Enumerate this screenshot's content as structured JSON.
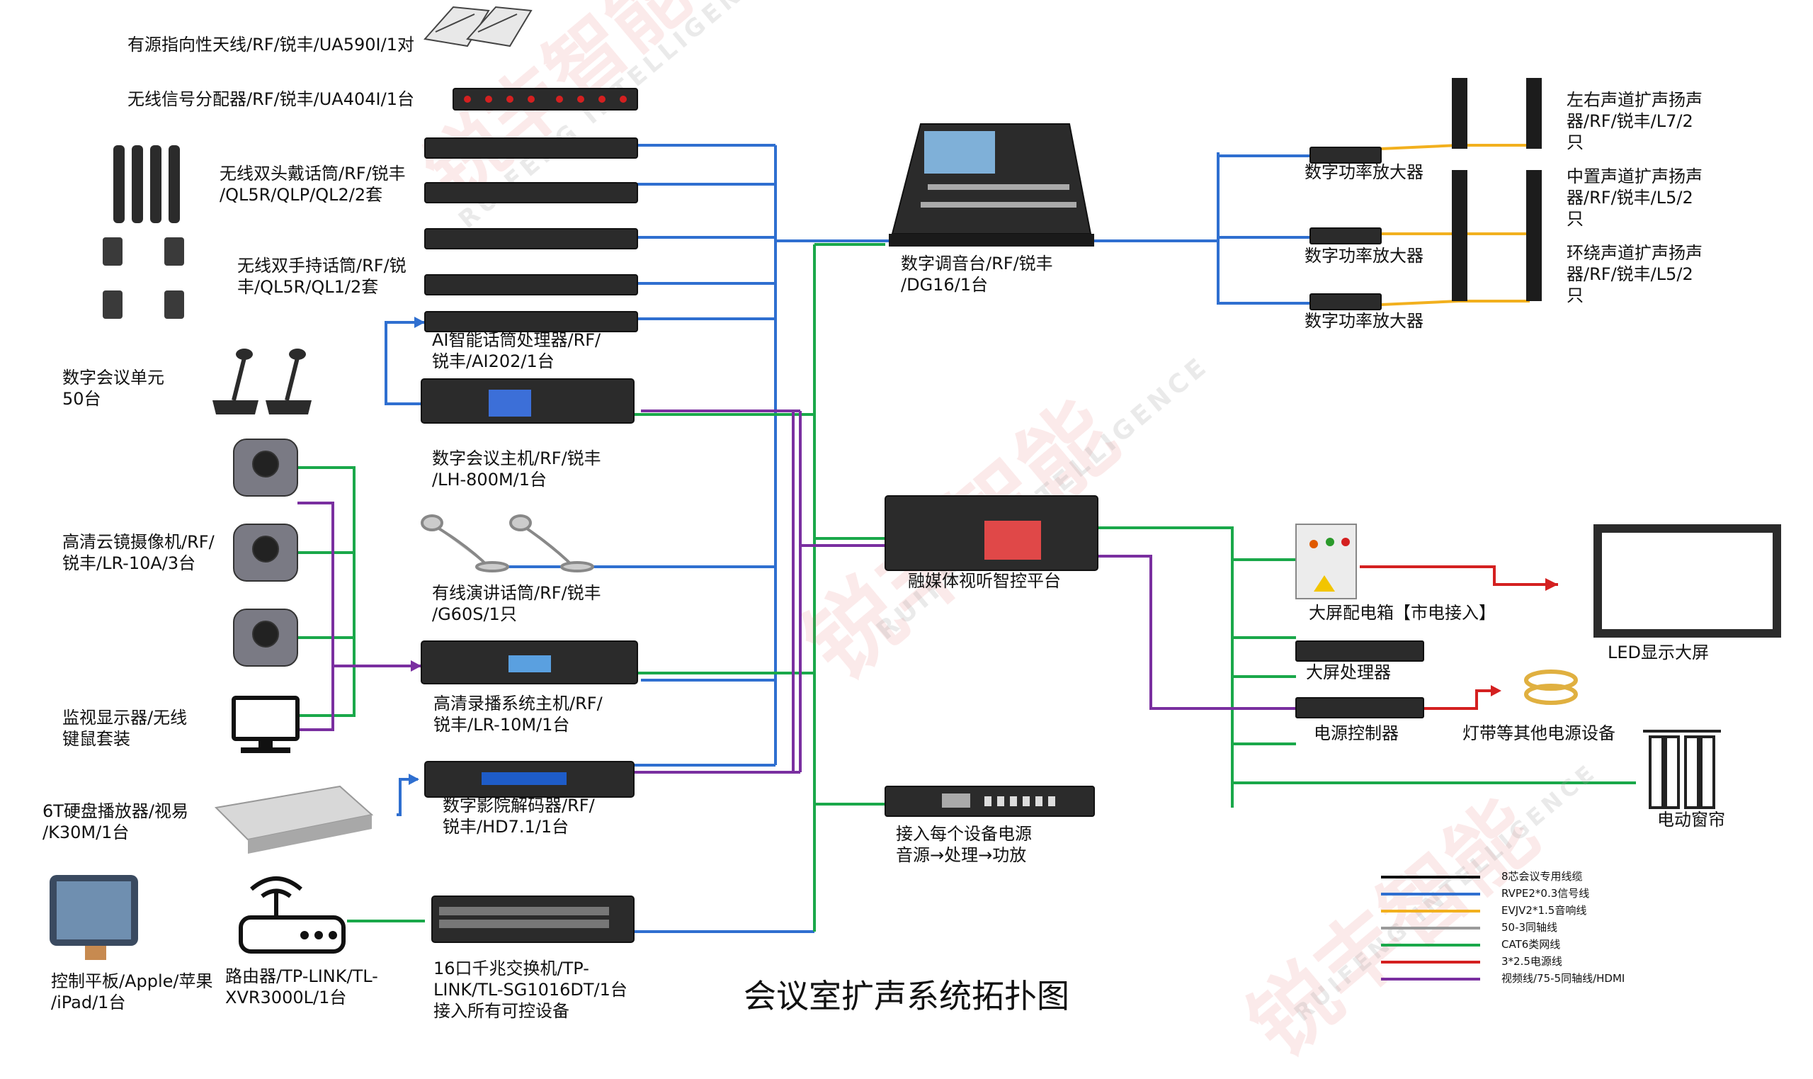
{
  "title": "会议室扩声系统拓扑图",
  "labels": {
    "antenna": "有源指向性天线/RF/锐丰/UA590I/1对",
    "splitter": "无线信号分配器/RF/锐丰/UA404I/1台",
    "headset": "无线双头戴话筒/RF/锐丰\n/QL5R/QLP/QL2/2套",
    "handheld": "无线双手持话筒/RF/锐\n丰/QL5R/QL1/2套",
    "ai_processor": "AI智能话筒处理器/RF/\n锐丰/AI202/1台",
    "conf_unit": "数字会议单元\n50台",
    "conf_host": "数字会议主机/RF/锐丰\n/LH-800M/1台",
    "camera": "高清云镜摄像机/RF/\n锐丰/LR-10A/3台",
    "gooseneck": "有线演讲话筒/RF/锐丰\n/G60S/1只",
    "recorder": "高清录播系统主机/RF/\n锐丰/LR-10M/1台",
    "monitor": "监视显示器/无线\n键鼠套装",
    "player": "6T硬盘播放器/视易\n/K30M/1台",
    "decoder": "数字影院解码器/RF/\n锐丰/HD7.1/1台",
    "tablet": "控制平板/Apple/苹果\n/iPad/1台",
    "router": "路由器/TP-LINK/TL-\nXVR3000L/1台",
    "switch": "16口千兆交换机/TP-\nLINK/TL-SG1016DT/1台\n接入所有可控设备",
    "mixer": "数字调音台/RF/锐丰\n/DG16/1台",
    "amp1": "数字功率放大器",
    "amp2": "数字功率放大器",
    "amp3": "数字功率放大器",
    "spk_lr": "左右声道扩声扬声\n器/RF/锐丰/L7/2\n只",
    "spk_center": "中置声道扩声扬声\n器/RF/锐丰/L5/2\n只",
    "spk_surround": "环绕声道扩声扬声\n器/RF/锐丰/L5/2\n只",
    "media_platform": "融媒体视听智控平台",
    "power_box": "大屏配电箱【市电接入】",
    "led_screen": "LED显示大屏",
    "screen_processor": "大屏处理器",
    "power_controller": "电源控制器",
    "light_strip": "灯带等其他电源设备",
    "curtain": "电动窗帘",
    "sequencer": "接入每个设备电源\n音源→处理→功放"
  },
  "legend": [
    {
      "label": "8芯会议专用线缆",
      "color": "#111111"
    },
    {
      "label": "RVPE2*0.3信号线",
      "color": "#2f6fd0"
    },
    {
      "label": "EVJV2*1.5音响线",
      "color": "#f2b01e"
    },
    {
      "label": "50-3同轴线",
      "color": "#9a9a9a"
    },
    {
      "label": "CAT6类网线",
      "color": "#1aa84a"
    },
    {
      "label": "3*2.5电源线",
      "color": "#d42020"
    },
    {
      "label": "视频线/75-5同轴线/HDMI",
      "color": "#7a2fa0"
    }
  ],
  "watermarks": {
    "brand": "锐丰智能",
    "brand_en": "RUIFENG INTELLIGENCE"
  },
  "colors": {
    "signal": "#2f6fd0",
    "network": "#1aa84a",
    "video": "#7a2fa0",
    "speaker": "#f2b01e",
    "power": "#d42020"
  }
}
